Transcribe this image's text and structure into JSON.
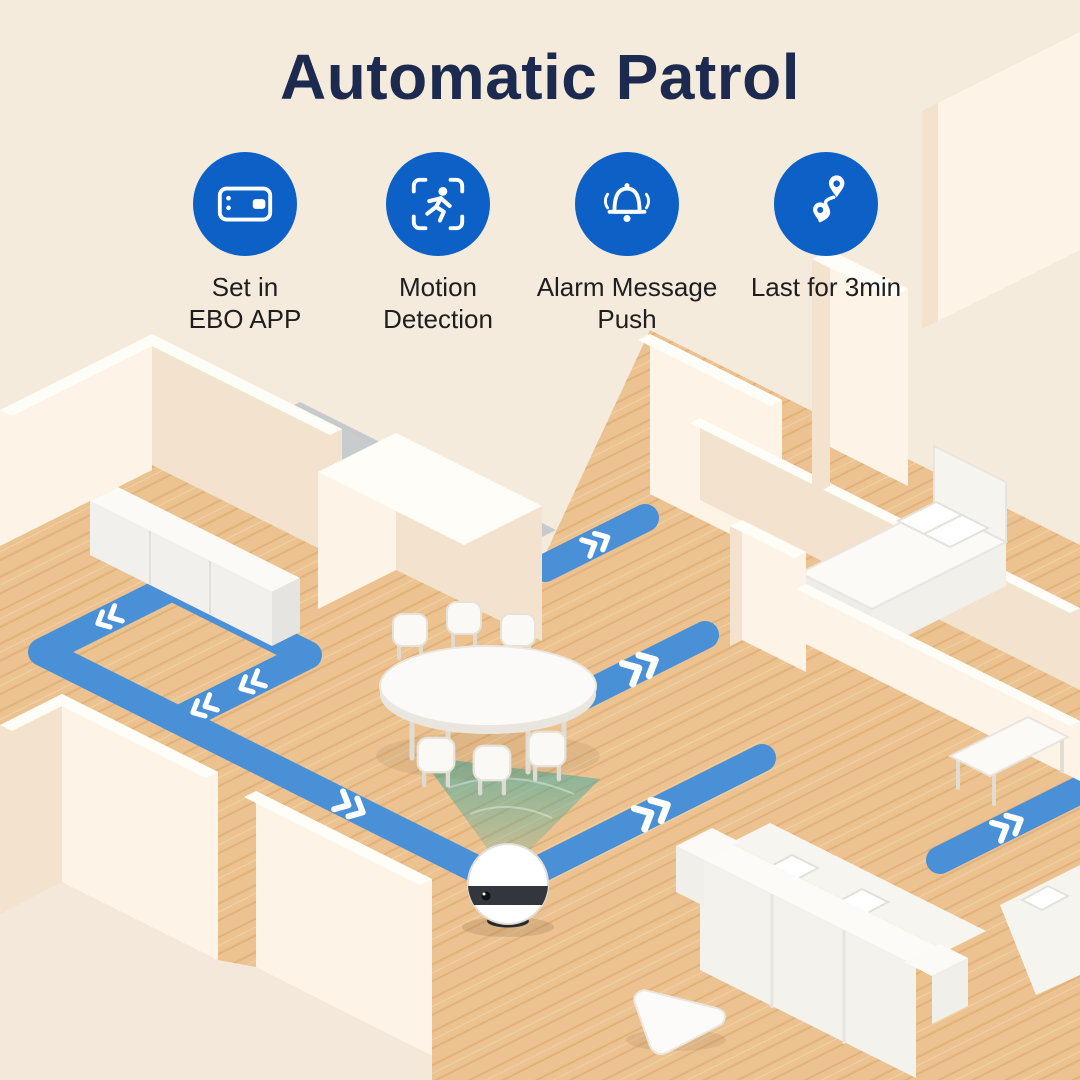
{
  "page": {
    "title": "Automatic Patrol"
  },
  "features": [
    {
      "icon": "phone-app-icon",
      "label": "Set in\nEBO APP"
    },
    {
      "icon": "motion-detection-icon",
      "label": "Motion\nDetection"
    },
    {
      "icon": "alarm-bell-icon",
      "label": "Alarm Message\nPush"
    },
    {
      "icon": "route-duration-icon",
      "label": "Last for 3min"
    }
  ],
  "colors": {
    "bg": "#f5ebdc",
    "title": "#1c2a50",
    "label": "#1e1e20",
    "iconblue": "#0d60c6",
    "pathblue": "#4a90d6",
    "floor": "#ecc290",
    "wallface": "#fdf4e7",
    "wallside": "#f3e3ce",
    "cone": "#2aa7a0"
  },
  "illustration": {
    "type": "isometric-floor-plan",
    "elements": [
      "patrol-loop",
      "patrol-path-arrows",
      "sideboard",
      "dining-table-with-chairs",
      "bed",
      "console-table",
      "sofa",
      "coffee-table",
      "camera-view-cone",
      "ebo-robot"
    ]
  }
}
